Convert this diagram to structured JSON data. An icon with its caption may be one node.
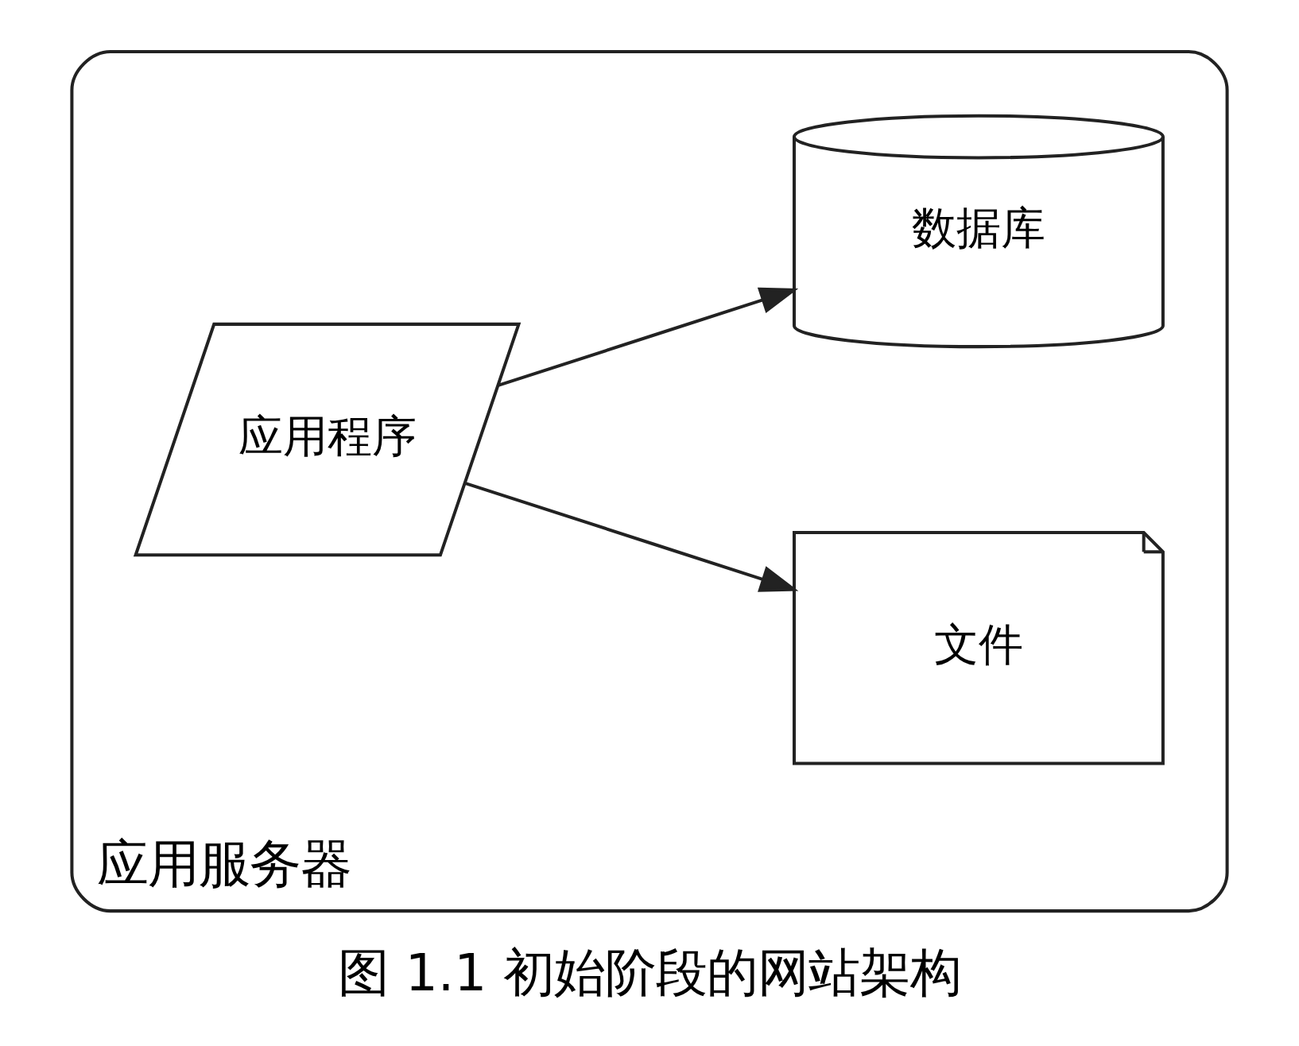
{
  "diagram": {
    "caption": "图 1.1 初始阶段的网站架构",
    "nodes": [
      {
        "text": [
          "应用服务器"
        ]
      },
      {
        "text": [
          "应用程序"
        ],
        "in": 0
      },
      {
        "text": [
          "文件"
        ],
        "in": 0
      },
      {
        "text": [
          "数据库"
        ],
        "in": 0
      }
    ],
    "edges": [
      {
        "from": 1,
        "to": 2,
        "arrow": "to"
      },
      {
        "from": 1,
        "to": 3,
        "arrow": "to"
      }
    ]
  }
}
